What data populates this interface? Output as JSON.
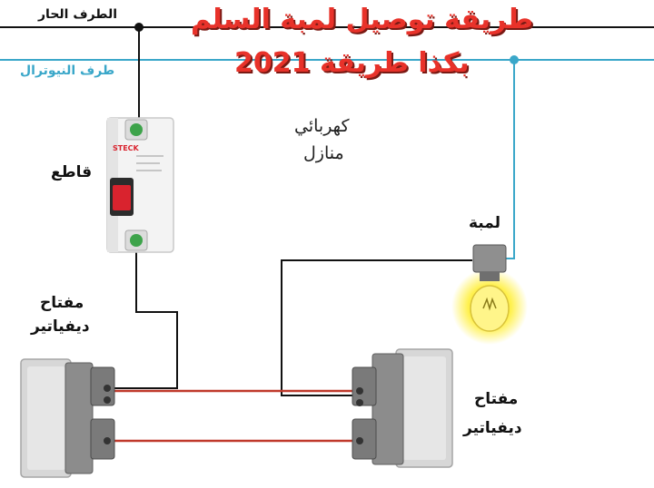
{
  "title": {
    "line1": "طريقة توصيل لمبة السلم",
    "line2": "بكذا طريقة 2021"
  },
  "wires": {
    "live": "الطرف الحار",
    "neutral": "طرف النيوترال"
  },
  "center_caption": {
    "line1": "كهربائي",
    "line2": "منازل"
  },
  "breaker": {
    "label": "قاطع",
    "brand": "STECK"
  },
  "lamp": {
    "label": "لمبة"
  },
  "switch_left": {
    "line1": "مفتاح",
    "line2": "ديفياتير"
  },
  "switch_right": {
    "line1": "مفتاح",
    "line2": "ديفياتير"
  },
  "colors": {
    "live_wire": "#111111",
    "neutral_wire": "#3aa7c9",
    "traveller_wire": "#c0392b",
    "title": "#e8322a",
    "lamp_glow": "#fff04a"
  }
}
